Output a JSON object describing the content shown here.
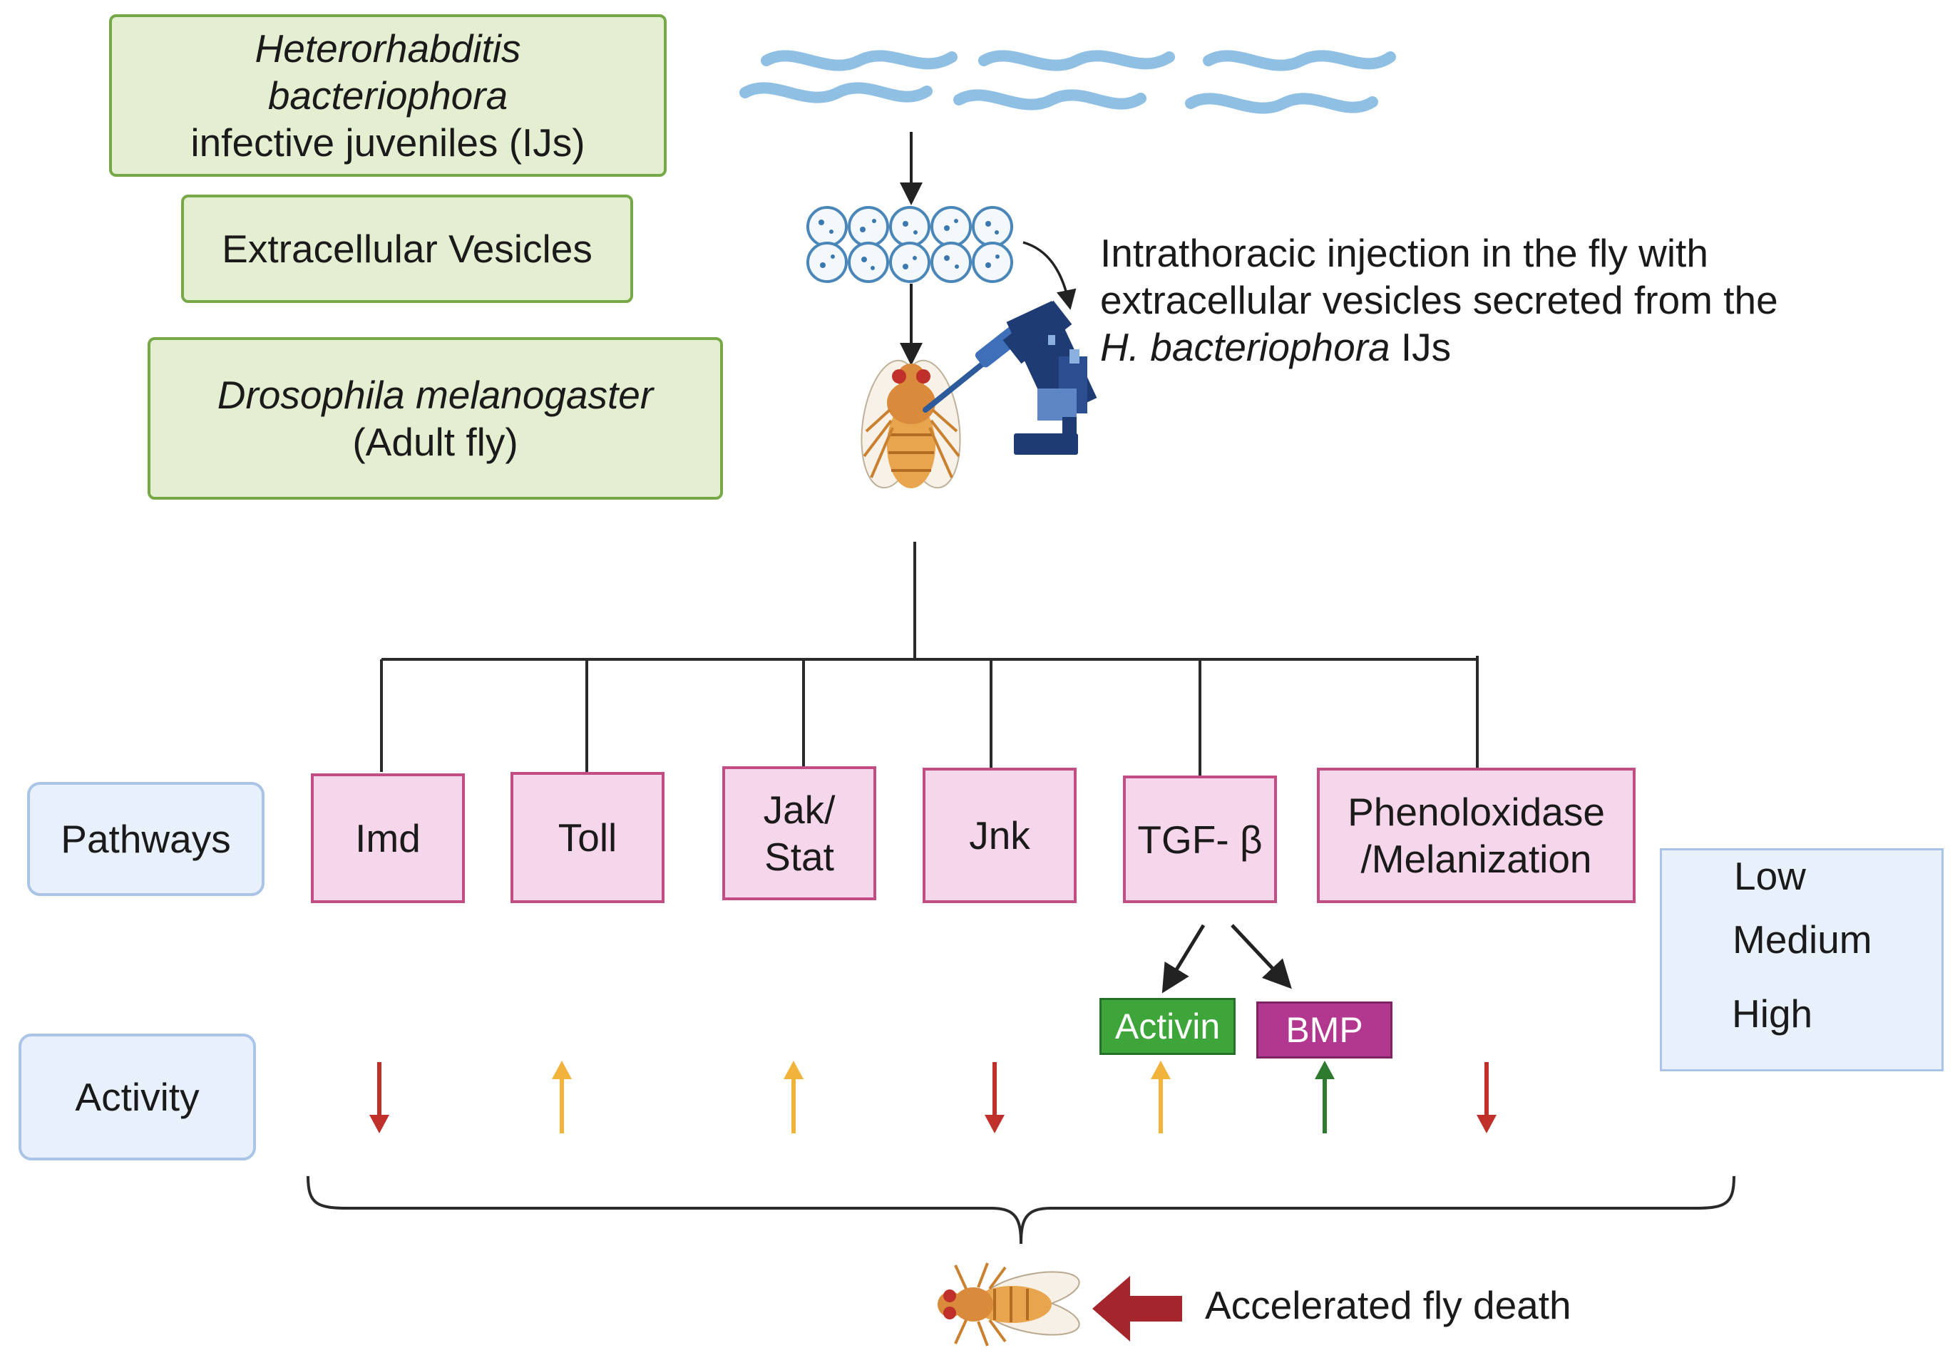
{
  "boxes": {
    "ijs": {
      "line1": "Heterorhabditis",
      "line2": "bacteriophora",
      "line3": "infective juveniles (IJs)"
    },
    "ev": {
      "label": "Extracellular Vesicles"
    },
    "fly": {
      "line1": "Drosophila melanogaster",
      "line2": "(Adult fly)"
    }
  },
  "injection_note": {
    "line1": "Intrathoracic injection in the fly with",
    "line2": "extracellular vesicles secreted from the",
    "line3_italic": "H. bacteriophora",
    "line3_rest": " IJs"
  },
  "row_labels": {
    "pathways": "Pathways",
    "activity": "Activity"
  },
  "pathways": [
    {
      "line1": "Imd",
      "line2": ""
    },
    {
      "line1": "Toll",
      "line2": ""
    },
    {
      "line1": "Jak/",
      "line2": "Stat"
    },
    {
      "line1": "Jnk",
      "line2": ""
    },
    {
      "line1": "TGF- β",
      "line2": ""
    },
    {
      "line1": "Phenoloxidase",
      "line2": "/Melanization"
    }
  ],
  "tgf_branches": {
    "activin": "Activin",
    "bmp": "BMP"
  },
  "activity_levels": [
    "Low",
    "Medium",
    "Medium",
    "Low",
    "Medium",
    "High",
    "Low"
  ],
  "legend": {
    "low": "Low",
    "medium": "Medium",
    "high": "High"
  },
  "colors": {
    "low": "#c0302a",
    "medium": "#f2b33d",
    "high": "#2e7a2e",
    "activin": "#3da53a",
    "bmp": "#b2378f",
    "big_arrow": "#a4262c",
    "worm": "#8fc0e3"
  },
  "outcome": "Accelerated fly death"
}
